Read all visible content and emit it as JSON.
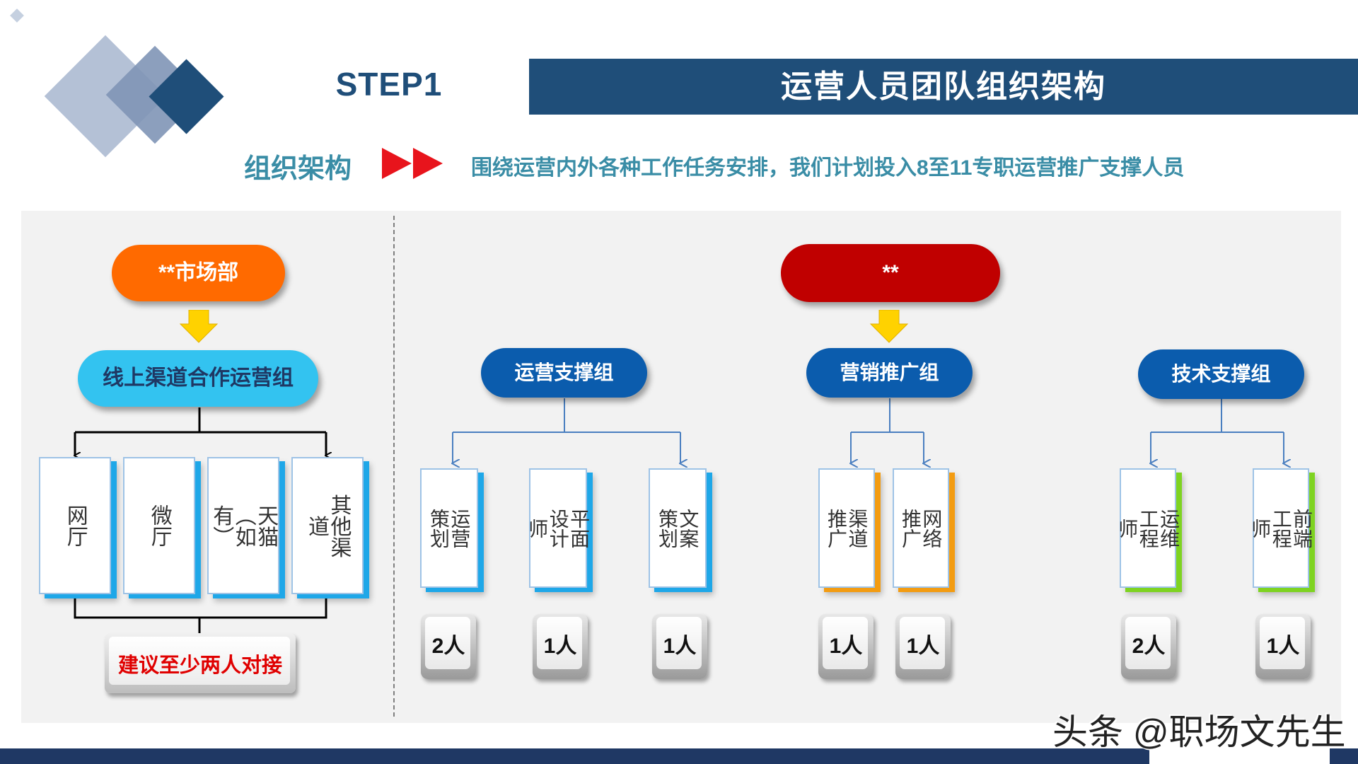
{
  "header": {
    "step": "STEP1",
    "title": "运营人员团队组织架构"
  },
  "subheader": {
    "label": "组织架构",
    "description": "围绕运营内外各种工作任务安排，我们计划投入8至11专职运营推广支撑人员"
  },
  "left": {
    "department": "**市场部",
    "group": "线上渠道合作运营组",
    "channels": [
      "网厅",
      "微厅",
      "天猫（如有）",
      "其他渠道"
    ],
    "suggestion": "建议至少两人对接"
  },
  "right": {
    "department": "**",
    "groups": [
      {
        "name": "运营支撑组",
        "roles": [
          {
            "title": "运营策划",
            "count": "2人"
          },
          {
            "title": "平面设计师",
            "count": "1人"
          },
          {
            "title": "文案策划",
            "count": "1人"
          }
        ]
      },
      {
        "name": "营销推广组",
        "roles": [
          {
            "title": "渠道推广",
            "count": "1人"
          },
          {
            "title": "网络推广",
            "count": "1人"
          }
        ]
      },
      {
        "name": "技术支撑组",
        "roles": [
          {
            "title": "运维工程师",
            "count": "2人"
          },
          {
            "title": "前端工程师",
            "count": "1人"
          }
        ]
      }
    ]
  },
  "watermark": "头条 @职场文先生",
  "colors": {
    "navy": "#1f4e79",
    "teal_text": "#3a8da6",
    "orange": "#ff6a00",
    "red": "#c00000",
    "light_blue": "#33c3f0",
    "blue_pill": "#0b5cad",
    "accent_blue": "#1ea7e8",
    "accent_orange": "#f39c12",
    "accent_green": "#7ed321",
    "suggestion_red": "#e00000"
  },
  "icons": [
    "diamond-logo-icon",
    "double-red-arrow-icon",
    "yellow-down-arrow-icon"
  ]
}
